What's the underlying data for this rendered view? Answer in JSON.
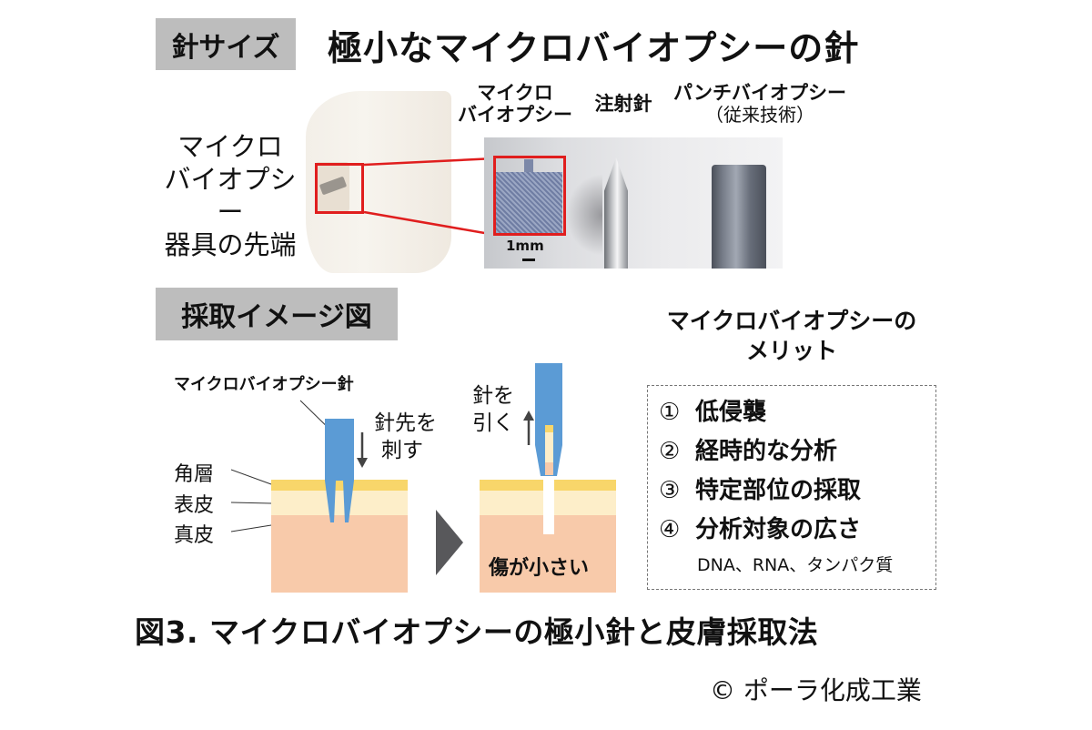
{
  "section_size": {
    "tag": "針サイズ",
    "title": "極小なマイクロバイオプシーの針",
    "tip_label_lines": [
      "マイクロ",
      "バイオプシー",
      "器具の先端"
    ],
    "columns": {
      "micro": [
        "マイクロ",
        "バイオプシー"
      ],
      "injection": "注射針",
      "punch": "パンチバイオプシー",
      "punch_sub": "（従来技術）"
    },
    "scale_bar": "1mm"
  },
  "section_sampling": {
    "tag": "採取イメージ図",
    "needle_label": "マイクロバイオプシー針",
    "layers": [
      "角層",
      "表皮",
      "真皮"
    ],
    "push_text": [
      "針先を",
      "刺す"
    ],
    "pull_text": [
      "針を",
      "引く"
    ],
    "small_wound": "傷が小さい",
    "colors": {
      "needle": "#5b9bd5",
      "stratum_corneum": "#f8d66a",
      "epidermis": "#fdeec9",
      "dermis": "#f8caaa",
      "arrow": "#58585b"
    }
  },
  "merits": {
    "title_lines": [
      "マイクロバイオプシーの",
      "メリット"
    ],
    "items": [
      {
        "num": "①",
        "text": "低侵襲"
      },
      {
        "num": "②",
        "text": "経時的な分析"
      },
      {
        "num": "③",
        "text": "特定部位の採取"
      },
      {
        "num": "④",
        "text": "分析対象の広さ"
      }
    ],
    "sub": "DNA、RNA、タンパク質"
  },
  "caption": "図3. マイクロバイオプシーの極小針と皮膚採取法",
  "copyright": "© ポーラ化成工業"
}
